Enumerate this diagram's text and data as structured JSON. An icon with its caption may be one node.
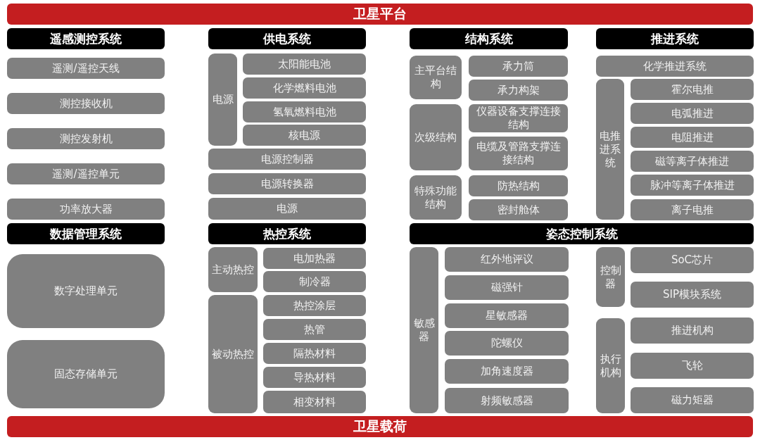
{
  "diagram": {
    "nodes": [
      {
        "text": [
          "卫星平台"
        ]
      },
      {
        "text": [
          "遥感测控系统"
        ]
      },
      {
        "text": [
          "遥测/遥控天线"
        ]
      },
      {
        "text": [
          "测控接收机"
        ]
      },
      {
        "text": [
          "测控发射机"
        ]
      },
      {
        "text": [
          "遥测/遥控单元"
        ]
      },
      {
        "text": [
          "功率放大器"
        ]
      },
      {
        "text": [
          "供电系统"
        ]
      },
      {
        "text": [
          "电源"
        ]
      },
      {
        "text": [
          "太阳能电池"
        ]
      },
      {
        "text": [
          "化学燃料电池"
        ]
      },
      {
        "text": [
          "氢氧燃料电池"
        ]
      },
      {
        "text": [
          "核电源"
        ]
      },
      {
        "text": [
          "电源控制器"
        ]
      },
      {
        "text": [
          "电源转换器"
        ]
      },
      {
        "text": [
          "电源"
        ]
      },
      {
        "text": [
          "结构系统"
        ]
      },
      {
        "text": [
          "主平台结构"
        ]
      },
      {
        "text": [
          "承力筒"
        ]
      },
      {
        "text": [
          "承力构架"
        ]
      },
      {
        "text": [
          "次级结构"
        ]
      },
      {
        "text": [
          "仪器设备支撑连接结构"
        ]
      },
      {
        "text": [
          "电缆及管路支撑连接结构"
        ]
      },
      {
        "text": [
          "特殊功能结构"
        ]
      },
      {
        "text": [
          "防热结构"
        ]
      },
      {
        "text": [
          "密封舱体"
        ]
      },
      {
        "text": [
          "推进系统"
        ]
      },
      {
        "text": [
          "化学推进系统"
        ]
      },
      {
        "text": [
          "电推进系统"
        ]
      },
      {
        "text": [
          "霍尔电推"
        ]
      },
      {
        "text": [
          "电弧推进"
        ]
      },
      {
        "text": [
          "电阻推进"
        ]
      },
      {
        "text": [
          "磁等离子体推进"
        ]
      },
      {
        "text": [
          "脉冲等离子体推进"
        ]
      },
      {
        "text": [
          "离子电推"
        ]
      },
      {
        "text": [
          "数据管理系统"
        ]
      },
      {
        "text": [
          "数字处理单元"
        ]
      },
      {
        "text": [
          "固态存储单元"
        ]
      },
      {
        "text": [
          "热控系统"
        ]
      },
      {
        "text": [
          "主动热控"
        ]
      },
      {
        "text": [
          "电加热器"
        ]
      },
      {
        "text": [
          "制冷器"
        ]
      },
      {
        "text": [
          "被动热控"
        ]
      },
      {
        "text": [
          "热控涂层"
        ]
      },
      {
        "text": [
          "热管"
        ]
      },
      {
        "text": [
          "隔热材料"
        ]
      },
      {
        "text": [
          "导热材料"
        ]
      },
      {
        "text": [
          "相变材料"
        ]
      },
      {
        "text": [
          "姿态控制系统"
        ]
      },
      {
        "text": [
          "敏感器"
        ]
      },
      {
        "text": [
          "红外地评议"
        ]
      },
      {
        "text": [
          "磁强针"
        ]
      },
      {
        "text": [
          "星敏感器"
        ]
      },
      {
        "text": [
          "陀螺仪"
        ]
      },
      {
        "text": [
          "加角速度器"
        ]
      },
      {
        "text": [
          "射频敏感器"
        ]
      },
      {
        "text": [
          "控制器"
        ]
      },
      {
        "text": [
          "SoC芯片"
        ]
      },
      {
        "text": [
          "SIP模块系统"
        ]
      },
      {
        "text": [
          "执行机构"
        ]
      },
      {
        "text": [
          "推进机构"
        ]
      },
      {
        "text": [
          "飞轮"
        ]
      },
      {
        "text": [
          "磁力矩器"
        ]
      },
      {
        "text": [
          "卫星载荷"
        ]
      }
    ]
  }
}
